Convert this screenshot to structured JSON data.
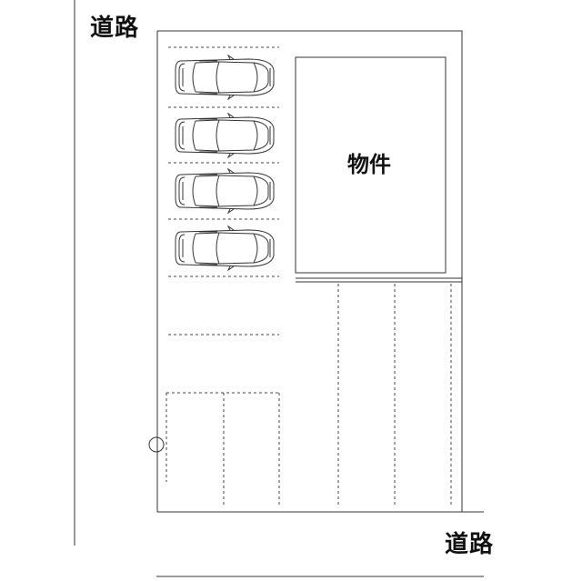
{
  "labels": {
    "road_top_left": "道路",
    "road_bottom_right": "道路",
    "building": "物件"
  },
  "parking": {
    "cars_shown": 4
  },
  "colors": {
    "line": "#333333",
    "background": "#ffffff",
    "text": "#111111"
  }
}
